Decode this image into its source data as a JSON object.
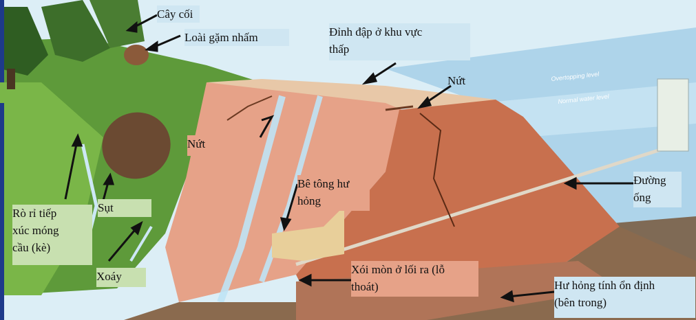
{
  "labels": {
    "cay_coi": "Cây cối",
    "loai_gam_nham": "Loài gặm nhấm",
    "dinh_dap": "Đỉnh đập ở khu vực\nthấp",
    "nut_top": "Nứt",
    "nut_left": "Nứt",
    "be_tong": "Bê tông hư\nhỏng",
    "duong_ong": "Đường\nống",
    "sut": "Sụt",
    "ro_ri": "Rò rỉ tiếp\nxúc móng\ncầu (kè)",
    "xoay": "Xoáy",
    "xoi_mon": "Xói mòn ở lối ra (lỗ\nthoát)",
    "hu_hong": "Hư hỏng tính ổn định\n(bên trong)"
  },
  "water_levels": {
    "overtopping": "Overtopping level",
    "normal": "Normal water level"
  },
  "colors": {
    "sky": "#cfe6f2",
    "water": "#b9dcef",
    "dam": "#c8704e",
    "dam_face": "#e6a288",
    "grass": "#4e8a33",
    "soil": "#8a6a4e",
    "label_pink": "#e6a288",
    "label_green": "#c8e0b0"
  }
}
